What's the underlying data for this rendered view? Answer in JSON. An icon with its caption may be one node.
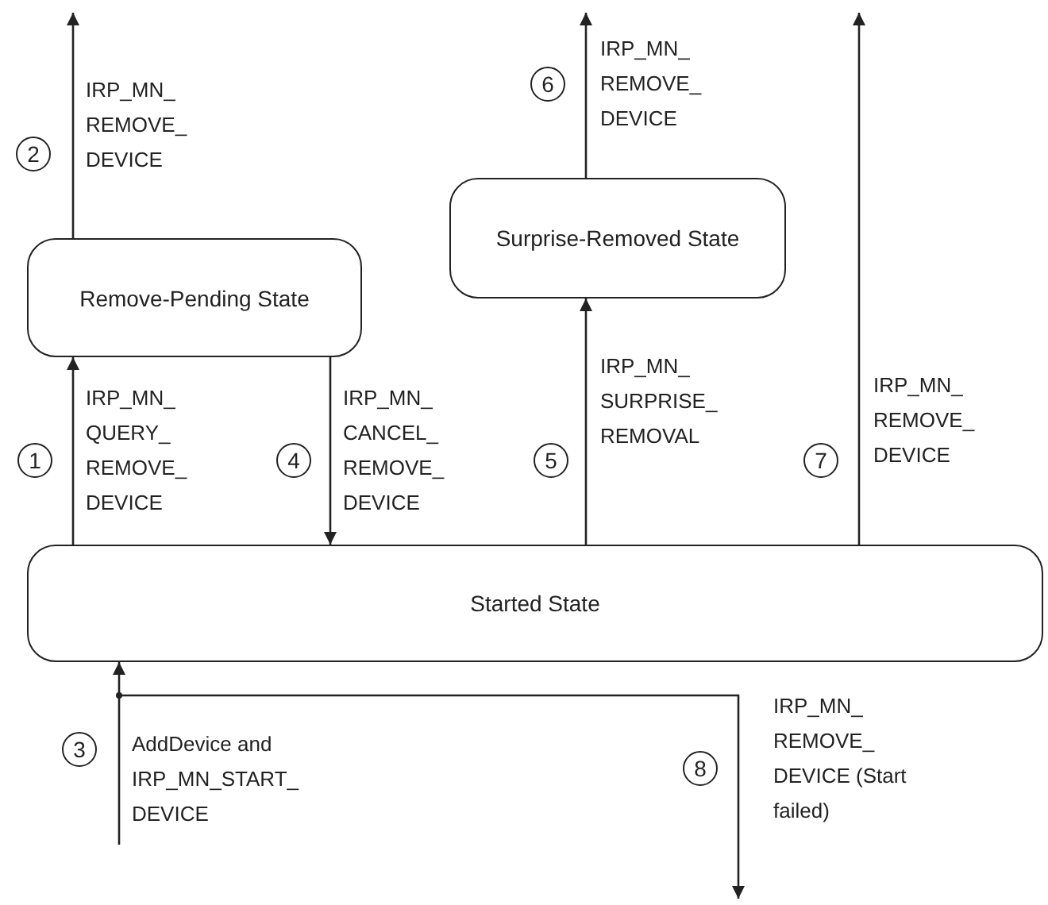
{
  "diagram": {
    "nodes": [
      {
        "text": [
          "Remove-Pending State"
        ]
      },
      {
        "text": [
          "Surprise-Removed State"
        ]
      },
      {
        "text": [
          "Started State"
        ]
      },
      {
        "text": [],
        "shape": "dot"
      }
    ],
    "edges": [
      {
        "from": 2,
        "to": 0,
        "arrow": "to",
        "label": "IRP_MN_ QUERY_ REMOVE_ DEVICE"
      },
      {
        "from": 0,
        "to": null,
        "arrow": "to",
        "label": "IRP_MN_ REMOVE_ DEVICE"
      },
      {
        "from": null,
        "to": 2,
        "arrow": "to",
        "label": "AddDevice and IRP_MN_START_ DEVICE"
      },
      {
        "from": 0,
        "to": 2,
        "arrow": "to",
        "label": "IRP_MN_ CANCEL_ REMOVE_ DEVICE"
      },
      {
        "from": 2,
        "to": 1,
        "arrow": "to",
        "label": "IRP_MN_ SURPRISE_ REMOVAL"
      },
      {
        "from": 1,
        "to": null,
        "arrow": "to",
        "label": "IRP_MN_ REMOVE_ DEVICE"
      },
      {
        "from": 2,
        "to": null,
        "arrow": "to",
        "label": "IRP_MN_ REMOVE_ DEVICE"
      },
      {
        "from": 3,
        "to": null,
        "arrow": "to",
        "label": "IRP_MN_ REMOVE_ DEVICE (Start failed)"
      }
    ],
    "labels": [
      "2",
      "6",
      "1",
      "4",
      "5",
      "7",
      "3",
      "8"
    ]
  }
}
